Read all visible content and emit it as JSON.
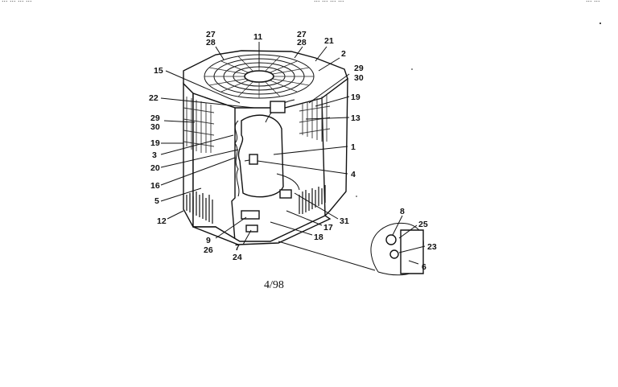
{
  "header_text": {
    "left": "... ... ... ...",
    "center": "... ... ... ...",
    "right": "... ..."
  },
  "caption": "4/98",
  "part_labels": {
    "top_27": "27",
    "top_28": "28",
    "top_11": "11",
    "top_27b": "27",
    "top_28b": "28",
    "top_21": "21",
    "top_2": "2",
    "top_29": "29",
    "top_30": "30",
    "l_15": "15",
    "l_22": "22",
    "l_29": "29",
    "l_30": "30",
    "l_19": "19",
    "l_3": "3",
    "l_20": "20",
    "l_16": "16",
    "l_5": "5",
    "l_12": "12",
    "r_19": "19",
    "r_13": "13",
    "r_1": "1",
    "r_4": "4",
    "b_9": "9",
    "b_26": "26",
    "b_7": "7",
    "b_24": "24",
    "b_17": "17",
    "b_31": "31",
    "b_18": "18",
    "d_8": "8",
    "d_25": "25",
    "d_23": "23",
    "d_6": "6"
  }
}
